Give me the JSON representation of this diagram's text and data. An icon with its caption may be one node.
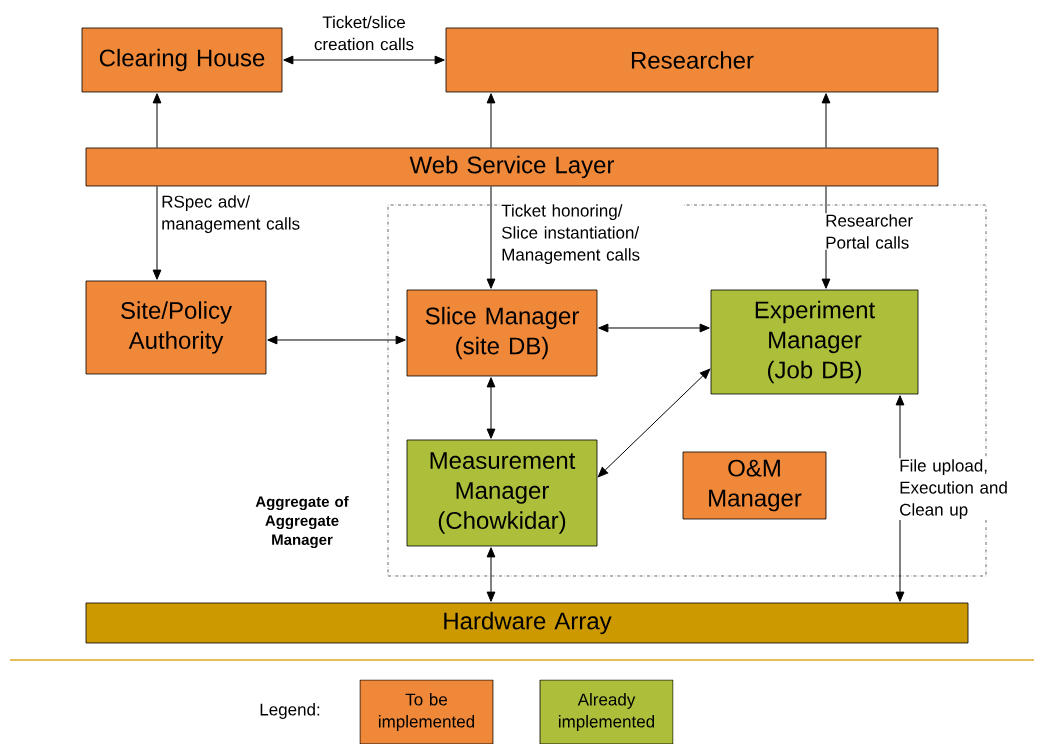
{
  "diagram": {
    "nodes": [
      {
        "text": [
          "Clearing House"
        ]
      },
      {
        "text": [
          "Researcher"
        ]
      },
      {
        "text": [
          "Web Service Layer"
        ]
      },
      {
        "text": [
          "Aggregate of Aggregate Manager"
        ]
      },
      {
        "text": [
          "Site/Policy Authority"
        ]
      },
      {
        "text": [
          "Slice Manager (site DB)"
        ],
        "in": 3
      },
      {
        "text": [
          "Experiment Manager (Job DB)"
        ],
        "in": 3
      },
      {
        "text": [
          "Measurement Manager (Chowkidar)"
        ],
        "in": 3
      },
      {
        "text": [
          "O&M Manager"
        ],
        "in": 3
      },
      {
        "text": [
          "Hardware Array"
        ]
      }
    ],
    "edges": [
      {
        "from": 0,
        "to": 1,
        "arrow": "both",
        "label": "Ticket/slice creation calls"
      },
      {
        "from": 2,
        "to": 0,
        "arrow": "to"
      },
      {
        "from": 2,
        "to": 4,
        "arrow": "to",
        "label": "RSpec adv/ management calls"
      },
      {
        "from": 2,
        "to": 1,
        "arrow": "to"
      },
      {
        "from": 2,
        "to": 5,
        "arrow": "to",
        "label": "Ticket honoring/ Slice instantiation/ Management calls"
      },
      {
        "from": 2,
        "to": 1,
        "arrow": "to"
      },
      {
        "from": 2,
        "to": 6,
        "arrow": "to",
        "label": "Researcher Portal calls"
      },
      {
        "from": 4,
        "to": 5,
        "arrow": "both"
      },
      {
        "from": 5,
        "to": 6,
        "arrow": "both"
      },
      {
        "from": 5,
        "to": 7,
        "arrow": "both"
      },
      {
        "from": 6,
        "to": 7,
        "arrow": "both"
      },
      {
        "from": 7,
        "to": 9,
        "arrow": "both"
      },
      {
        "from": 6,
        "to": 9,
        "arrow": "both",
        "label": "File upload, Execution and Clean up"
      }
    ],
    "labels": [
      "Legend:"
    ],
    "legend": [
      {
        "text": "To be implemented",
        "color": "#f0883a"
      },
      {
        "text": "Already implemented",
        "color": "#adbf3a"
      }
    ]
  }
}
